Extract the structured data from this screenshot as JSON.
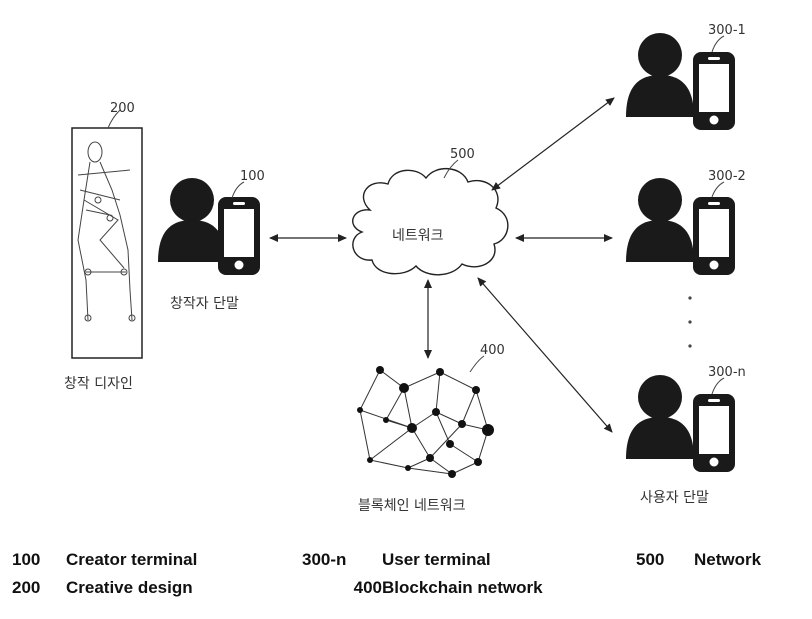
{
  "labels": {
    "creative_design_ref": "200",
    "creative_design_kor": "창작 디자인",
    "creator_terminal_ref": "100",
    "creator_terminal_kor": "창작자 단말",
    "network_ref": "500",
    "network_kor": "네트워크",
    "blockchain_ref": "400",
    "blockchain_kor": "블록체인 네트워크",
    "user1_ref": "300-1",
    "user2_ref": "300-2",
    "usern_ref": "300-n",
    "user_terminal_kor": "사용자 단말"
  },
  "legend": [
    {
      "code": "100",
      "desc": "Creator terminal"
    },
    {
      "code": "200",
      "desc": "Creative design"
    },
    {
      "code": "300-n",
      "desc": "User terminal"
    },
    {
      "code": "400",
      "desc": "Blockchain network"
    },
    {
      "code": "500",
      "desc": "Network"
    }
  ]
}
